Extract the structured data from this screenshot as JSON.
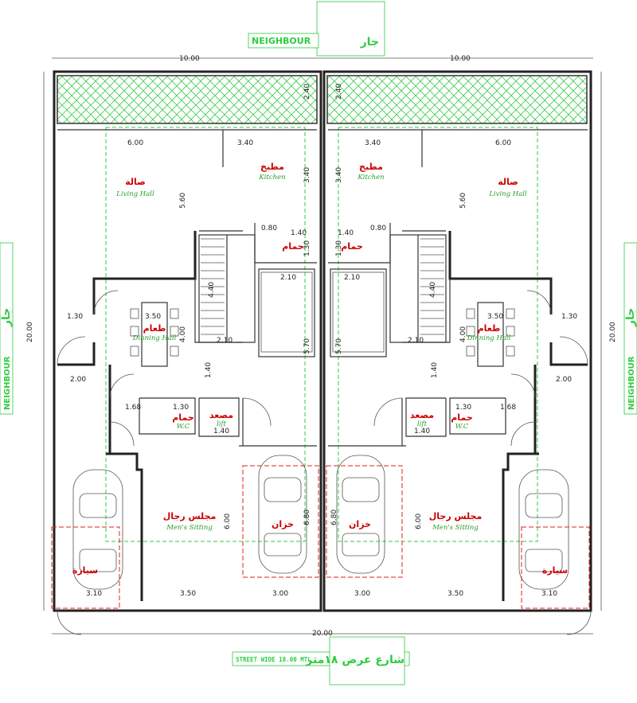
{
  "header": {
    "neighbour_en": "NEIGHBOUR",
    "neighbour_ar": "جار"
  },
  "footer": {
    "street_en": "STREET  WIDE  18.00  MTL",
    "street_ar": "شارع عرض ١٨متر",
    "total_width": "20.00"
  },
  "side": {
    "neighbour_en": "NEIGHBOUR",
    "neighbour_ar": "جار"
  },
  "dims": {
    "top_half": "10.00",
    "depth": "20.00",
    "d600": "6.00",
    "d340": "3.40",
    "d560": "5.60",
    "d240": "2.40",
    "d140": "1.40",
    "d130": "1.30",
    "d210": "2.10",
    "d440": "4.40",
    "d570": "5.70",
    "d350": "3.50",
    "d400": "4.00",
    "d200": "2.00",
    "d168": "1.68",
    "d680": "6.80",
    "d600b": "6.00",
    "d310": "3.10",
    "d300": "3.00",
    "d080": "0.80",
    "d130b": "1.30"
  },
  "rooms": {
    "living_ar": "صالة",
    "living_en": "Living Hall",
    "kitchen_ar": "مطبخ",
    "kitchen_en": "Kitchen",
    "wc_ar": "حمام",
    "wc_en": "W.C",
    "dining_ar": "طعام",
    "dining_en": "Dinning Hall",
    "lift_ar": "مصعد",
    "lift_en": "lift",
    "majlis_ar": "مجلس رجال",
    "majlis_en": "Men's Sitting",
    "tank_ar": "خزان",
    "car_ar": "سيارة"
  },
  "colors": {
    "wall": "#222222",
    "room_ar": "#cc0000",
    "room_en": "#2a9d2a",
    "guide": "#2ecc40",
    "parking": "#e02020"
  }
}
